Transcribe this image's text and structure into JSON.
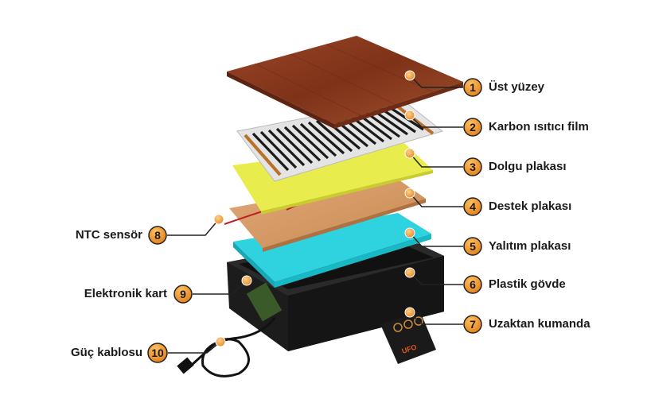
{
  "colors": {
    "callout_fill": "#f0962a",
    "callout_stroke": "#222222",
    "wood": "#8a3a22",
    "film": "#d8d8d8",
    "filler": "#e6ea4a",
    "support": "#d79a64",
    "insulation": "#2fd3e0",
    "body": "#1e1e1e"
  },
  "callouts": [
    {
      "number": "1",
      "label": "Üst yüzey"
    },
    {
      "number": "2",
      "label": "Karbon ısıtıcı film"
    },
    {
      "number": "3",
      "label": "Dolgu plakası"
    },
    {
      "number": "4",
      "label": "Destek plakası"
    },
    {
      "number": "5",
      "label": "Yalıtım plakası"
    },
    {
      "number": "6",
      "label": "Plastik gövde"
    },
    {
      "number": "7",
      "label": "Uzaktan kumanda"
    },
    {
      "number": "8",
      "label": "NTC sensör"
    },
    {
      "number": "9",
      "label": "Elektronik kart"
    },
    {
      "number": "10",
      "label": "Güç kablosu"
    }
  ],
  "remote_logo": "UFO"
}
